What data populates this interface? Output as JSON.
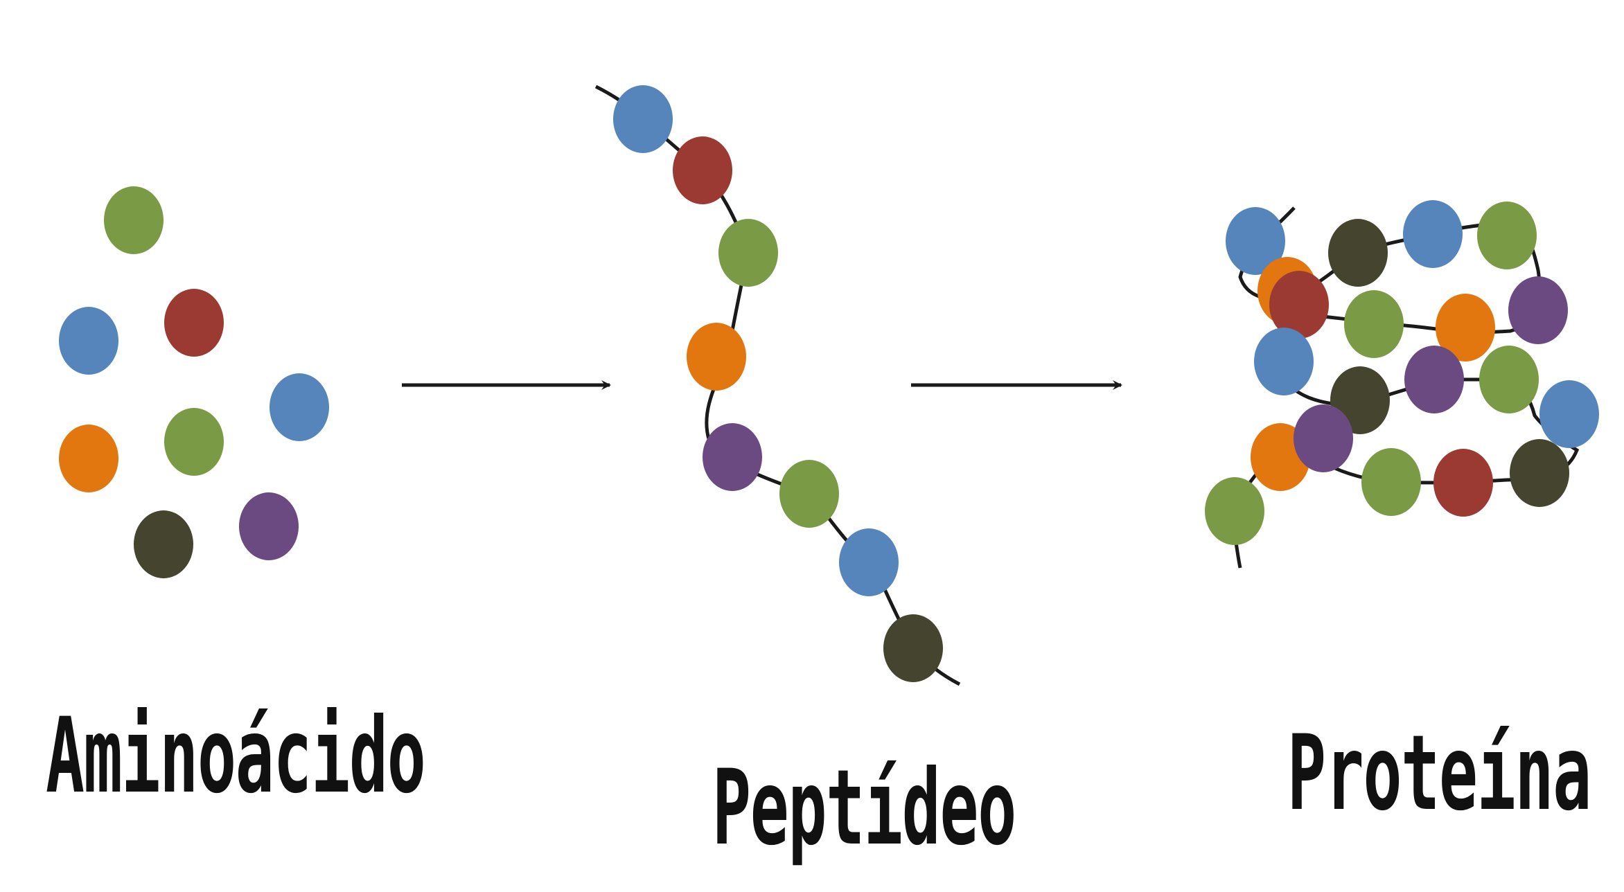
{
  "labels": {
    "amino": "Aminoácido",
    "peptide": "Peptídeo",
    "protein": "Proteína"
  },
  "colors": {
    "blue": "#5585ba",
    "red": "#9a3a32",
    "green": "#7a9a45",
    "orange": "#e2760f",
    "purple": "#6a4a80",
    "dark": "#45442e",
    "line": "#1a1a1a"
  },
  "stages": [
    {
      "name": "amino-acids",
      "residues": [
        "green",
        "blue",
        "red",
        "blue",
        "orange",
        "green",
        "dark",
        "purple"
      ]
    },
    {
      "name": "peptide",
      "residues": [
        "blue",
        "red",
        "green",
        "orange",
        "purple",
        "green",
        "blue",
        "dark"
      ]
    },
    {
      "name": "protein",
      "residues": [
        "blue",
        "dark",
        "blue",
        "green",
        "orange",
        "red",
        "green",
        "orange",
        "purple",
        "blue",
        "dark",
        "purple",
        "green",
        "blue",
        "orange",
        "purple",
        "green",
        "red",
        "dark",
        "green"
      ]
    }
  ]
}
